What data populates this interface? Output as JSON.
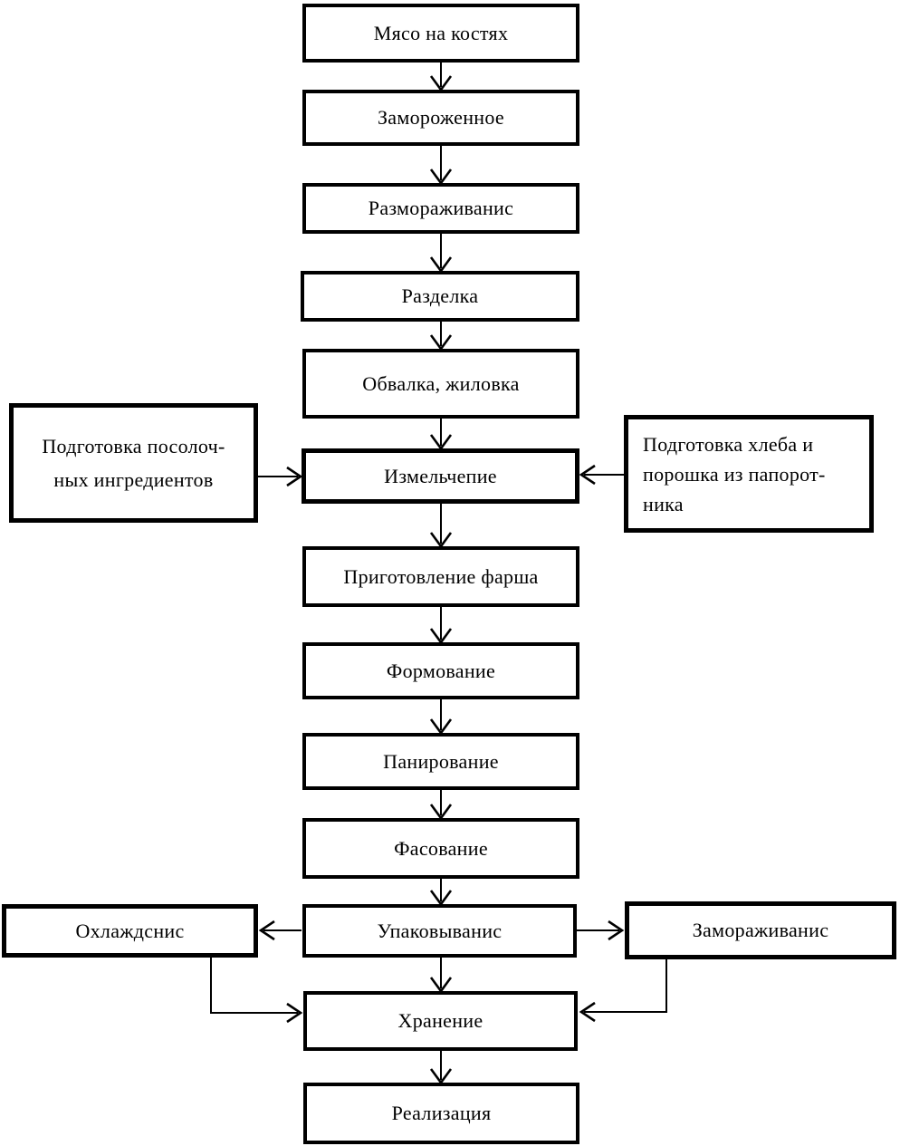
{
  "diagram": {
    "type": "flowchart",
    "language": "ru",
    "colors": {
      "background": "#ffffff",
      "box_fill": "#ffffff",
      "line": "#000000",
      "text": "#000000"
    },
    "main_flow": [
      "Мясо на костях",
      "Замороженное",
      "Размораживанис",
      "Разделка",
      "Обвалка, жиловка",
      "Измельчепие",
      "Приготовление фарша",
      "Формование",
      "Панирование",
      "Фасование",
      "Упаковыванис",
      "Хранение",
      "Реализация"
    ],
    "side_boxes": {
      "curing_prep": {
        "lines": [
          "Подготовка посолоч-",
          "ных ингредиентов"
        ]
      },
      "bread_fern_prep": {
        "lines": [
          "Подготовка хлеба и",
          "порошка из папорот-",
          "ника"
        ]
      },
      "cooling": {
        "label": "Охлаждснис"
      },
      "freezing": {
        "label": "Замораживанис"
      }
    },
    "edges": [
      {
        "from": "meat-on-bones",
        "to": "frozen"
      },
      {
        "from": "frozen",
        "to": "thawing"
      },
      {
        "from": "thawing",
        "to": "cutting"
      },
      {
        "from": "cutting",
        "to": "deboning-trimming"
      },
      {
        "from": "deboning-trimming",
        "to": "grinding"
      },
      {
        "from": "curing-ingredients-prep",
        "to": "grinding"
      },
      {
        "from": "bread-fern-powder-prep",
        "to": "grinding"
      },
      {
        "from": "grinding",
        "to": "mince-preparation"
      },
      {
        "from": "mince-preparation",
        "to": "molding"
      },
      {
        "from": "molding",
        "to": "breading"
      },
      {
        "from": "breading",
        "to": "portioning"
      },
      {
        "from": "portioning",
        "to": "packaging"
      },
      {
        "from": "packaging",
        "to": "cooling"
      },
      {
        "from": "packaging",
        "to": "freezing"
      },
      {
        "from": "packaging",
        "to": "storage"
      },
      {
        "from": "cooling",
        "to": "storage"
      },
      {
        "from": "freezing",
        "to": "storage"
      },
      {
        "from": "storage",
        "to": "sale"
      }
    ]
  }
}
